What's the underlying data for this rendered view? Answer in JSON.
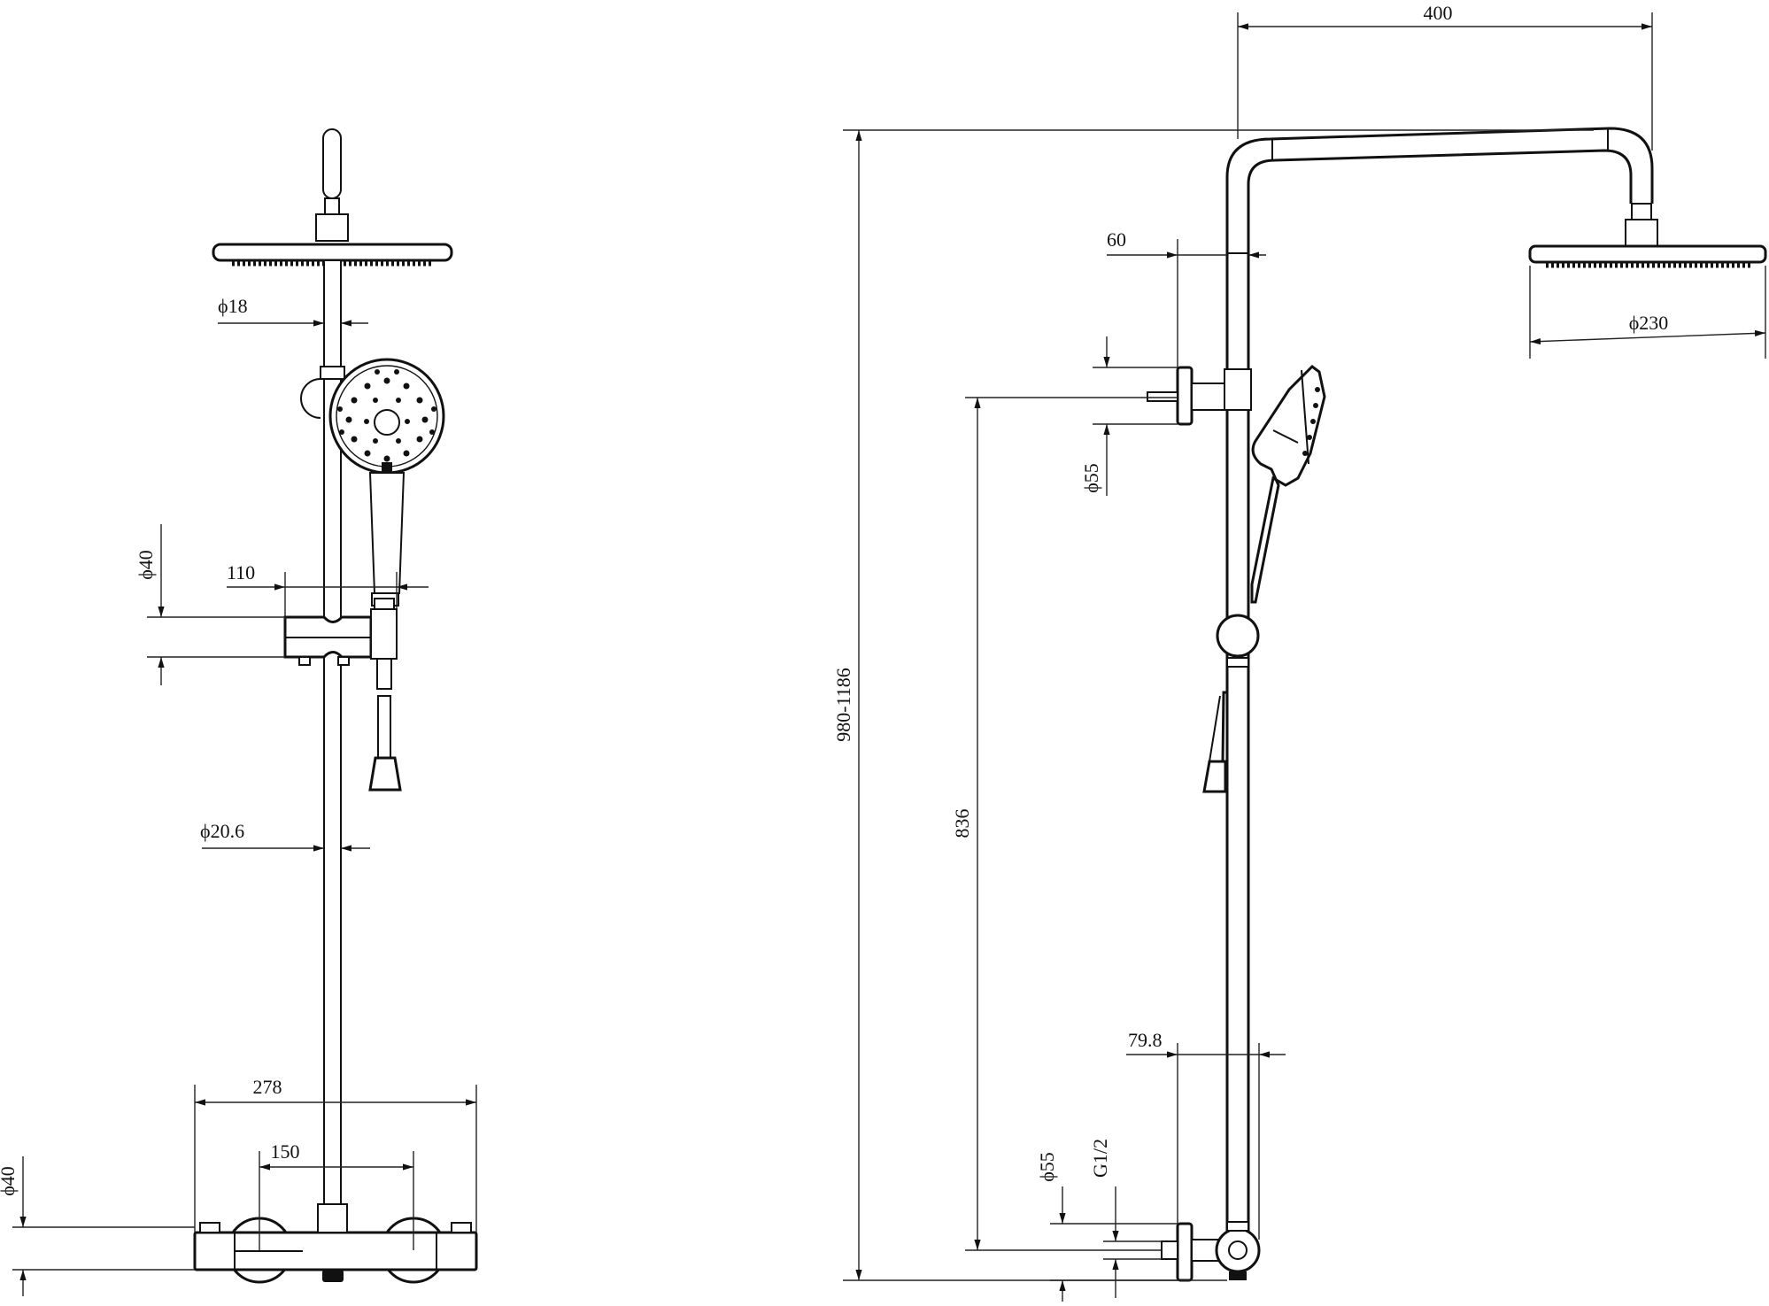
{
  "views": {
    "front": {
      "dimensions": {
        "rail_diameter": "ϕ18",
        "holder_diameter": "ϕ40",
        "holder_projection": "110",
        "pipe_diameter": "ϕ20.6",
        "mixer_width": "278",
        "inlet_spacing": "150",
        "mixer_diameter": "ϕ40"
      }
    },
    "side": {
      "dimensions": {
        "arm_reach": "400",
        "bracket_offset": "60",
        "bracket_diameter": "ϕ55",
        "head_diameter": "ϕ230",
        "total_height": "980-1186",
        "bracket_height": "836",
        "inlet_offset": "79.8",
        "inlet_flange_diameter": "ϕ55",
        "inlet_thread": "G1/2"
      }
    }
  },
  "colors": {
    "line": "#111111",
    "background": "#ffffff"
  }
}
